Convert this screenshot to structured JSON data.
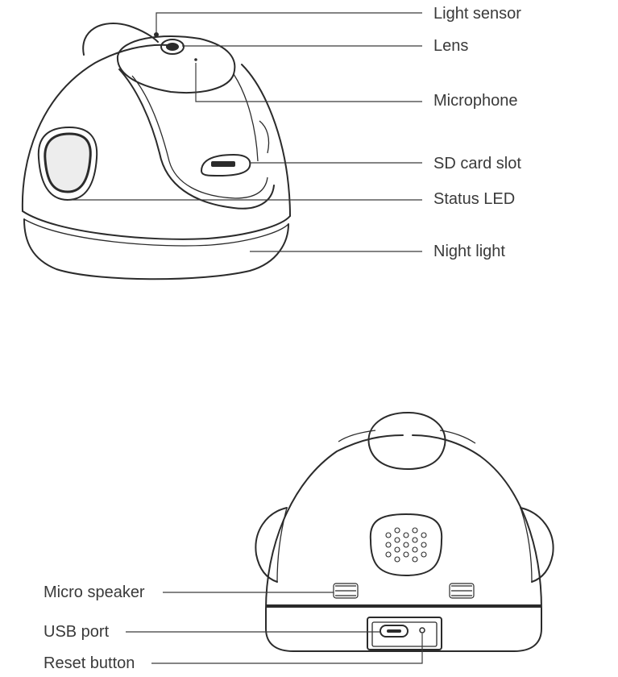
{
  "front_view": {
    "labels": {
      "light_sensor": "Light sensor",
      "lens": "Lens",
      "microphone": "Microphone",
      "sd_card_slot": "SD card slot",
      "status_led": "Status LED",
      "night_light": "Night light"
    }
  },
  "back_view": {
    "labels": {
      "micro_speaker": "Micro speaker",
      "usb_port": "USB port",
      "reset_button": "Reset button"
    }
  }
}
